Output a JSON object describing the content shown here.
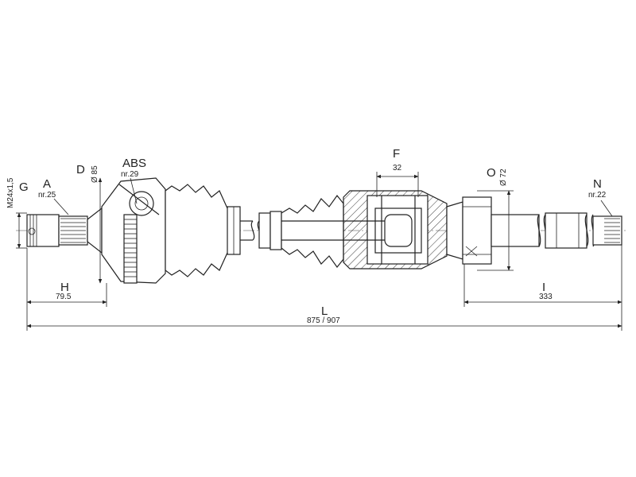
{
  "labels": {
    "g": "G",
    "m24": "M24x1,5",
    "a": "A",
    "a_nr": "nr.25",
    "d": "D",
    "d_dia": "Ø 85",
    "abs": "ABS",
    "abs_nr": "nr.29",
    "f": "F",
    "f_val": "32",
    "o": "O",
    "o_dia": "Ø 72",
    "n": "N",
    "n_nr": "nr.22",
    "h": "H",
    "h_val": "79.5",
    "i": "I",
    "i_val": "333",
    "l": "L",
    "l_val": "875 / 907"
  },
  "colors": {
    "line": "#222222",
    "background": "#ffffff"
  }
}
